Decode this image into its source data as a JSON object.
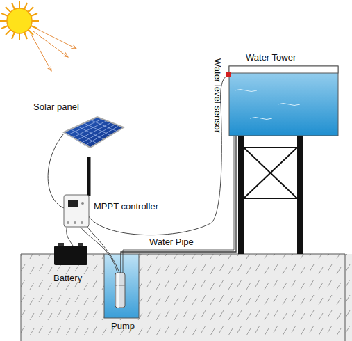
{
  "diagram": {
    "labels": [
      "Water Tower",
      "Water level sensor",
      "Solar panel",
      "MPPT controller",
      "Water Pipe",
      "Battery",
      "Pump"
    ]
  }
}
